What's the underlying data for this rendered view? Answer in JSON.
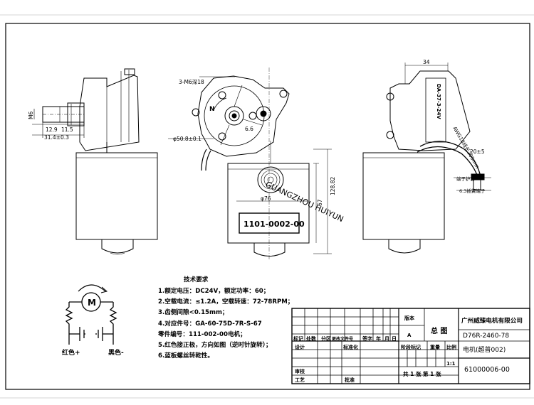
{
  "labels": {
    "holes": "3-M6深18",
    "n_mark": "N",
    "dim_phi50": "φ50.8±0.1",
    "dim_6_6": "6.6",
    "dim_phi76": "φ76",
    "dim_128_82": "128.82",
    "dim_67": "67",
    "dim_34": "34",
    "dim_12_9": "12.9",
    "dim_11_5": "11.5",
    "dim_31_4": "31.4±0.3",
    "dim_m6": "M6",
    "part_label": "1101-0002-00",
    "cable_label": "AWG18线长200mm",
    "dim_20_5": "20±5",
    "terminal_label": "端子护套",
    "plug_label": "6.3插簧端子",
    "side_sticker": "DA-37-3-24V",
    "motor_m": "M",
    "wire_red": "红色+",
    "wire_black": "黑色-",
    "watermark": "GUANGZHOU HUIYUN"
  },
  "notes": {
    "title": "技术要求",
    "items": [
      "1.额定电压：DC24V，额定功率：60；",
      "2.空载电流：≤1.2A，空载转速：72-78RPM；",
      "3.齿侧间隙<0.15mm；",
      "4.对应件号：GA-60-75D-7R-S-67",
      "零件编号：111-002-00电机；",
      "5.红色接正极，方向如图（逆时针旋转）；",
      "6.蓝板螺丝转乾性。"
    ]
  },
  "titleblock": {
    "headers": [
      "标记",
      "处数",
      "分区",
      "更改文件号",
      "签字",
      "年",
      "月",
      "日"
    ],
    "row_labels": [
      "设计",
      "标准化",
      "审校",
      "工艺",
      "批准"
    ],
    "version_label": "版本",
    "version_value": "A",
    "drawing_type": "总  图",
    "stage_mark": "阶段标记",
    "weight": "重量",
    "scale_label": "比例",
    "scale_value": "1:1",
    "sheets": "共 1 张  第 1 张",
    "company": "广州威臻电机有限公司",
    "model": "D76R-2460-78",
    "product": "电机(超普002)",
    "doc_number": "61000006-00"
  }
}
